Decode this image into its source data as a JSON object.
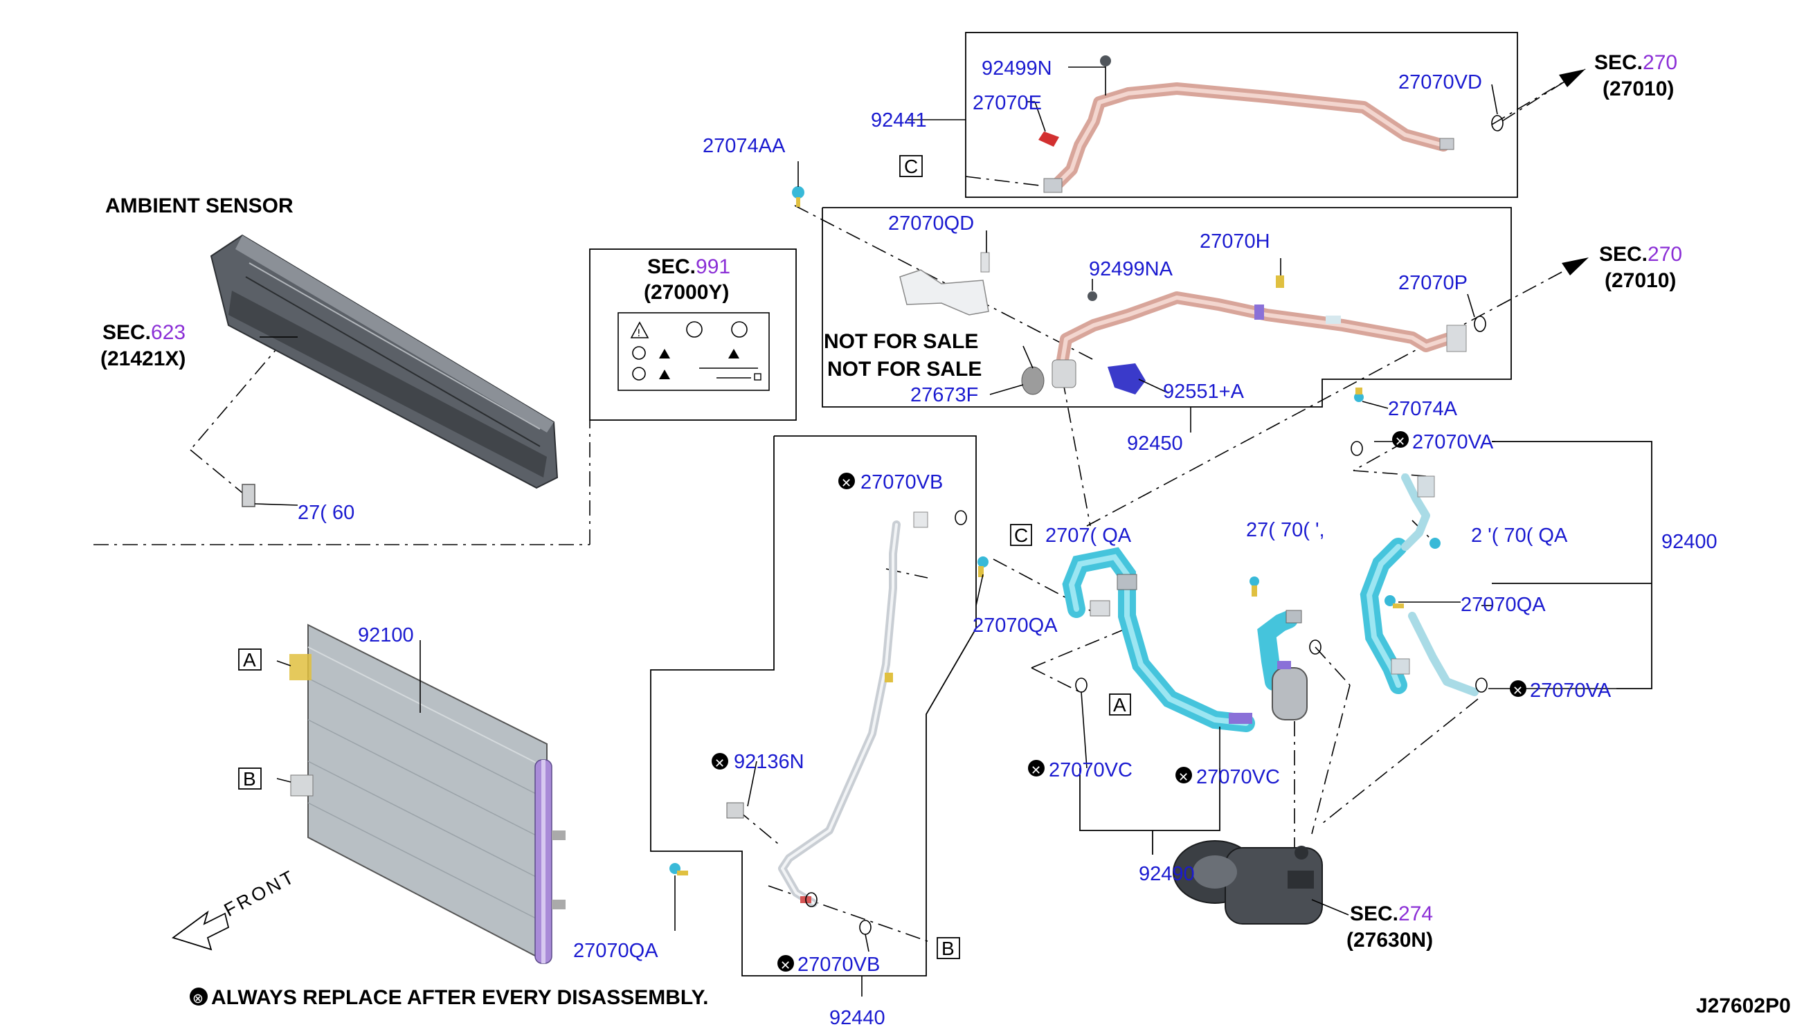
{
  "diagram_code": "J27602P0",
  "note": {
    "symbol": "⊗",
    "text": "ALWAYS REPLACE AFTER EVERY DISASSEMBLY."
  },
  "headings": {
    "ambient_sensor": "AMBIENT SENSOR",
    "not_for_sale_1": "NOT FOR SALE",
    "not_for_sale_2": "NOT FOR SALE",
    "front": "FRONT"
  },
  "sections": {
    "sec270_top": {
      "prefix": "SEC.",
      "num": "270",
      "code": "(27010)"
    },
    "sec270_mid": {
      "prefix": "SEC.",
      "num": "270",
      "code": "(27010)"
    },
    "sec991": {
      "prefix": "SEC.",
      "num": "991",
      "code": "(27000Y)"
    },
    "sec623": {
      "prefix": "SEC.",
      "num": "623",
      "code": "(21421X)"
    },
    "sec274": {
      "prefix": "SEC.",
      "num": "274",
      "code": "(27630N)"
    }
  },
  "ref_boxes": {
    "a1": "A",
    "a2": "A",
    "b1": "B",
    "b2": "B",
    "c1": "C",
    "c2": "C"
  },
  "parts": {
    "p92499N": "92499N",
    "p27070E": "27070E",
    "p92441": "92441",
    "p27070VD": "27070VD",
    "p27074AA": "27074AA",
    "p27070QD": "27070QD",
    "p27070H": "27070H",
    "p92499NA": "92499NA",
    "p27070P": "27070P",
    "p27673F": "27673F",
    "p92551A": "92551+A",
    "p92450": "92450",
    "p27074A": "27074A",
    "p27070VA_1": "27070VA",
    "p27070VB_1": "27070VB",
    "p27070QA_a": "2707( QA",
    "p27070QA_b": "27( 70( ',",
    "p27070QA_c": "27070QA",
    "p27070QA_d": "27070QA",
    "p27070QA_e": "2 '( 70( QA",
    "p92400": "92400",
    "p27760": "27( 60",
    "p92100": "92100",
    "p92136N": "92136N",
    "p27070VC_1": "27070VC",
    "p27070VC_2": "27070VC",
    "p27070VA_2": "27070VA",
    "p92490": "92490",
    "p27070QA_f": "27070QA",
    "p27070VB_2": "27070VB",
    "p92440": "92440"
  },
  "colors": {
    "label": "#1a1ad0",
    "section_num": "#8b2fd6",
    "hose": "#45c4dc",
    "pipe": "#d8a59a",
    "condenser": "#b8bfc4",
    "condenser_tank": "#a98bd8"
  }
}
